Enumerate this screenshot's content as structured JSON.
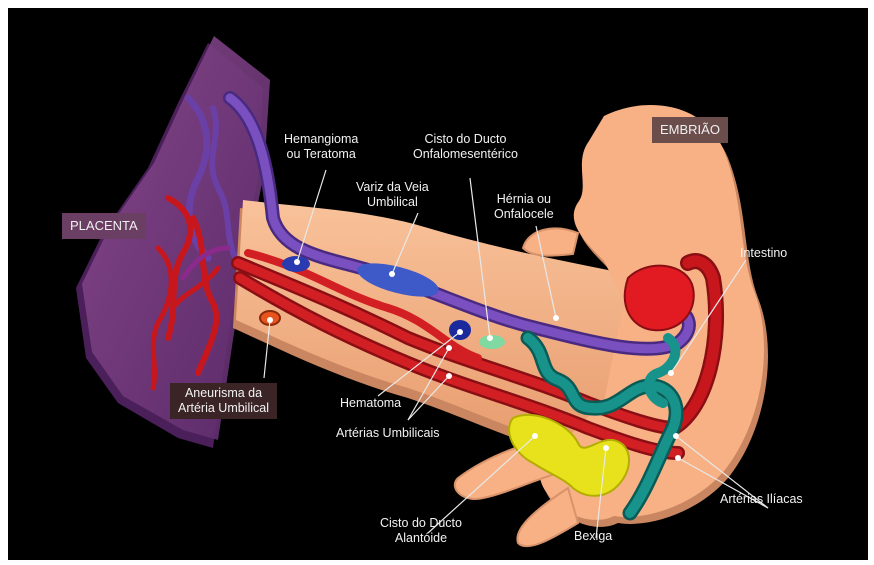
{
  "colors": {
    "background": "#000000",
    "placenta": "#7a3d7e",
    "embryo": "#f7b185",
    "vein": "#6a3fa6",
    "artery": "#c8171c",
    "intestine": "#11807a",
    "allantois": "#e7e21c",
    "label_box": "#6b4e4b"
  },
  "tags": {
    "placenta": "PLACENTA",
    "embryo": "EMBRIÃO"
  },
  "labels": {
    "hemangioma_l1": "Hemangioma",
    "hemangioma_l2": "ou Teratoma",
    "cisto_onfalo_l1": "Cisto do Ducto",
    "cisto_onfalo_l2": "Onfalomesentérico",
    "variz_l1": "Variz da Veia",
    "variz_l2": "Umbilical",
    "hernia_l1": "Hérnia ou",
    "hernia_l2": "Onfalocele",
    "intestino": "Intestino",
    "aneurisma_l1": "Aneurisma da",
    "aneurisma_l2": "Artéria Umbilical",
    "hematoma": "Hematoma",
    "arterias_umbilicais": "Artérias Umbilicais",
    "cisto_alantoide_l1": "Cisto do Ducto",
    "cisto_alantoide_l2": "Alantóide",
    "bexiga": "Bexiga",
    "arterias_iliacas": "Artérias Ilíacas"
  }
}
